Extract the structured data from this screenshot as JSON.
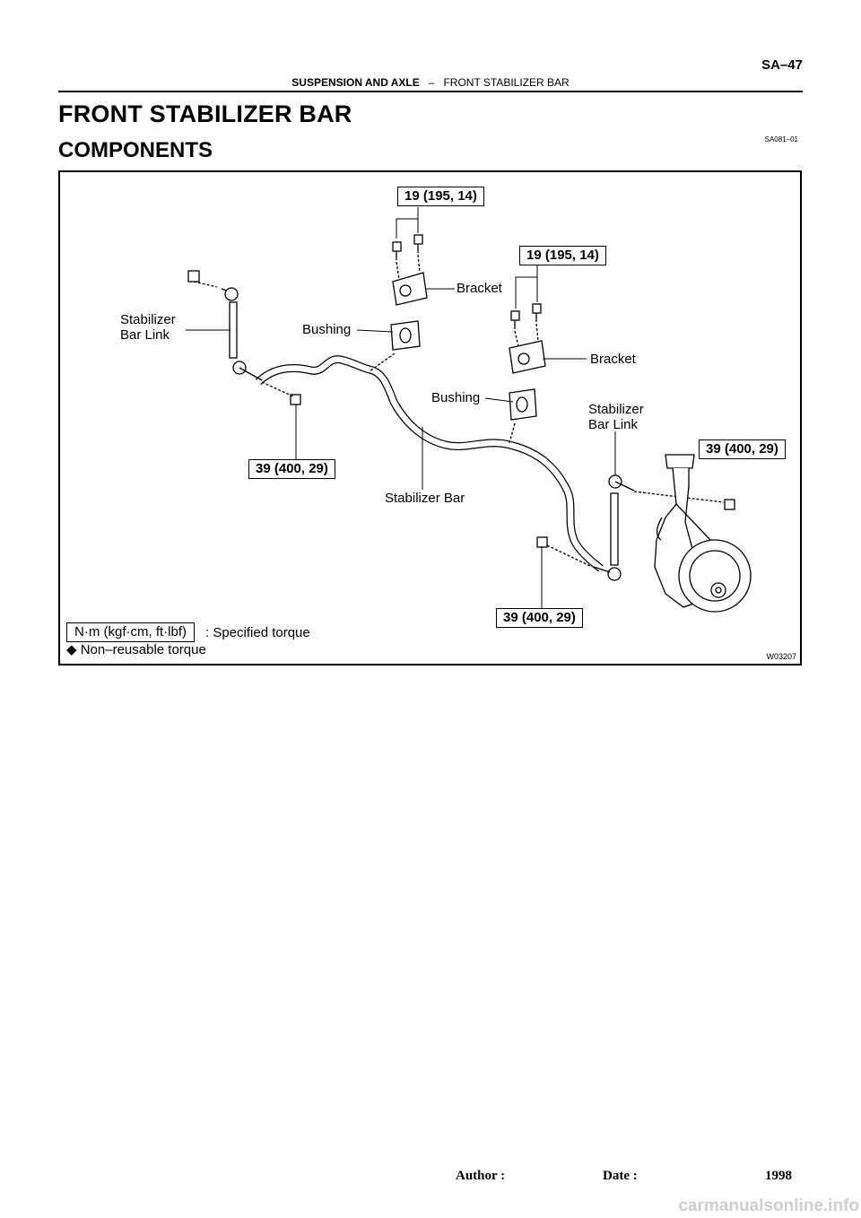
{
  "header": {
    "section": "SUSPENSION AND AXLE",
    "separator": "–",
    "subsection": "FRONT STABILIZER BAR",
    "page_number": "SA–47"
  },
  "title": "FRONT STABILIZER BAR",
  "subtitle": "COMPONENTS",
  "doc_code": "SA081–01",
  "figure": {
    "code": "W03207",
    "labels": {
      "stabilizer_bar_link_left": "Stabilizer\nBar Link",
      "bushing_left": "Bushing",
      "bracket_left": "Bracket",
      "bracket_right": "Bracket",
      "bushing_right": "Bushing",
      "stabilizer_bar_link_right": "Stabilizer\nBar Link",
      "stabilizer_bar": "Stabilizer Bar"
    },
    "torques": {
      "bracket_left_bolts": "19 (195, 14)",
      "bracket_right_bolts": "19 (195, 14)",
      "link_left_nut": "39 (400, 29)",
      "link_right_upper_nut": "39 (400, 29)",
      "link_right_lower_nut": "39 (400, 29)"
    },
    "legend": {
      "unit_box": "N·m (kgf·cm, ft·lbf)",
      "unit_text": ": Specified torque",
      "nonreusable_symbol": "◆",
      "nonreusable_text": "Non–reusable torque"
    }
  },
  "footer": {
    "author_label": "Author :",
    "date_label": "Date :",
    "year": "1998"
  },
  "watermark": "carmanualsonline.info"
}
